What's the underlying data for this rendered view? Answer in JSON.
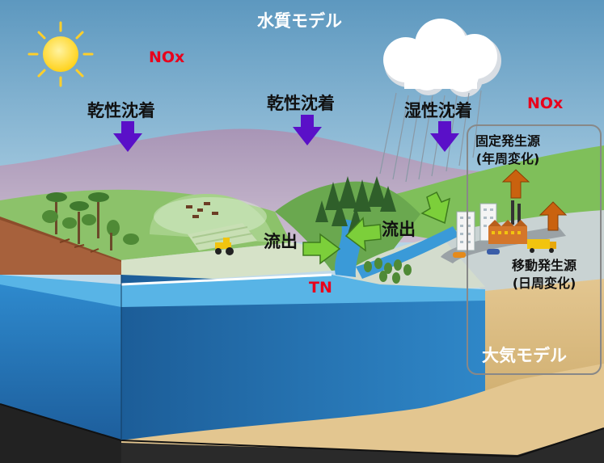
{
  "title": "水質モデル",
  "atmosphere_label": "大気モデル",
  "chemicals": {
    "nox_left": "NOx",
    "nox_right": "NOx",
    "tn": "TN"
  },
  "deposition": {
    "dry_left": "乾性沈着",
    "dry_center": "乾性沈着",
    "wet": "湿性沈着"
  },
  "runoff": {
    "left": "流出",
    "right": "流出"
  },
  "sources": {
    "stationary_line1": "固定発生源",
    "stationary_line2": "(年周変化)",
    "mobile_line1": "移動発生源",
    "mobile_line2": "(日周変化)"
  },
  "colors": {
    "chem_red": "#e8001c",
    "deposition_arrow": "#5a10c8",
    "runoff_arrow": "#7ccf3a",
    "emission_arrow": "#c9620f",
    "water": "#3a9ad8",
    "sky": "#6ea6c8",
    "sand": "#d9b878"
  },
  "icons": [
    "sun-icon",
    "cloud-icon",
    "tractor-icon",
    "factory-icon",
    "truck-icon",
    "car-icon"
  ]
}
